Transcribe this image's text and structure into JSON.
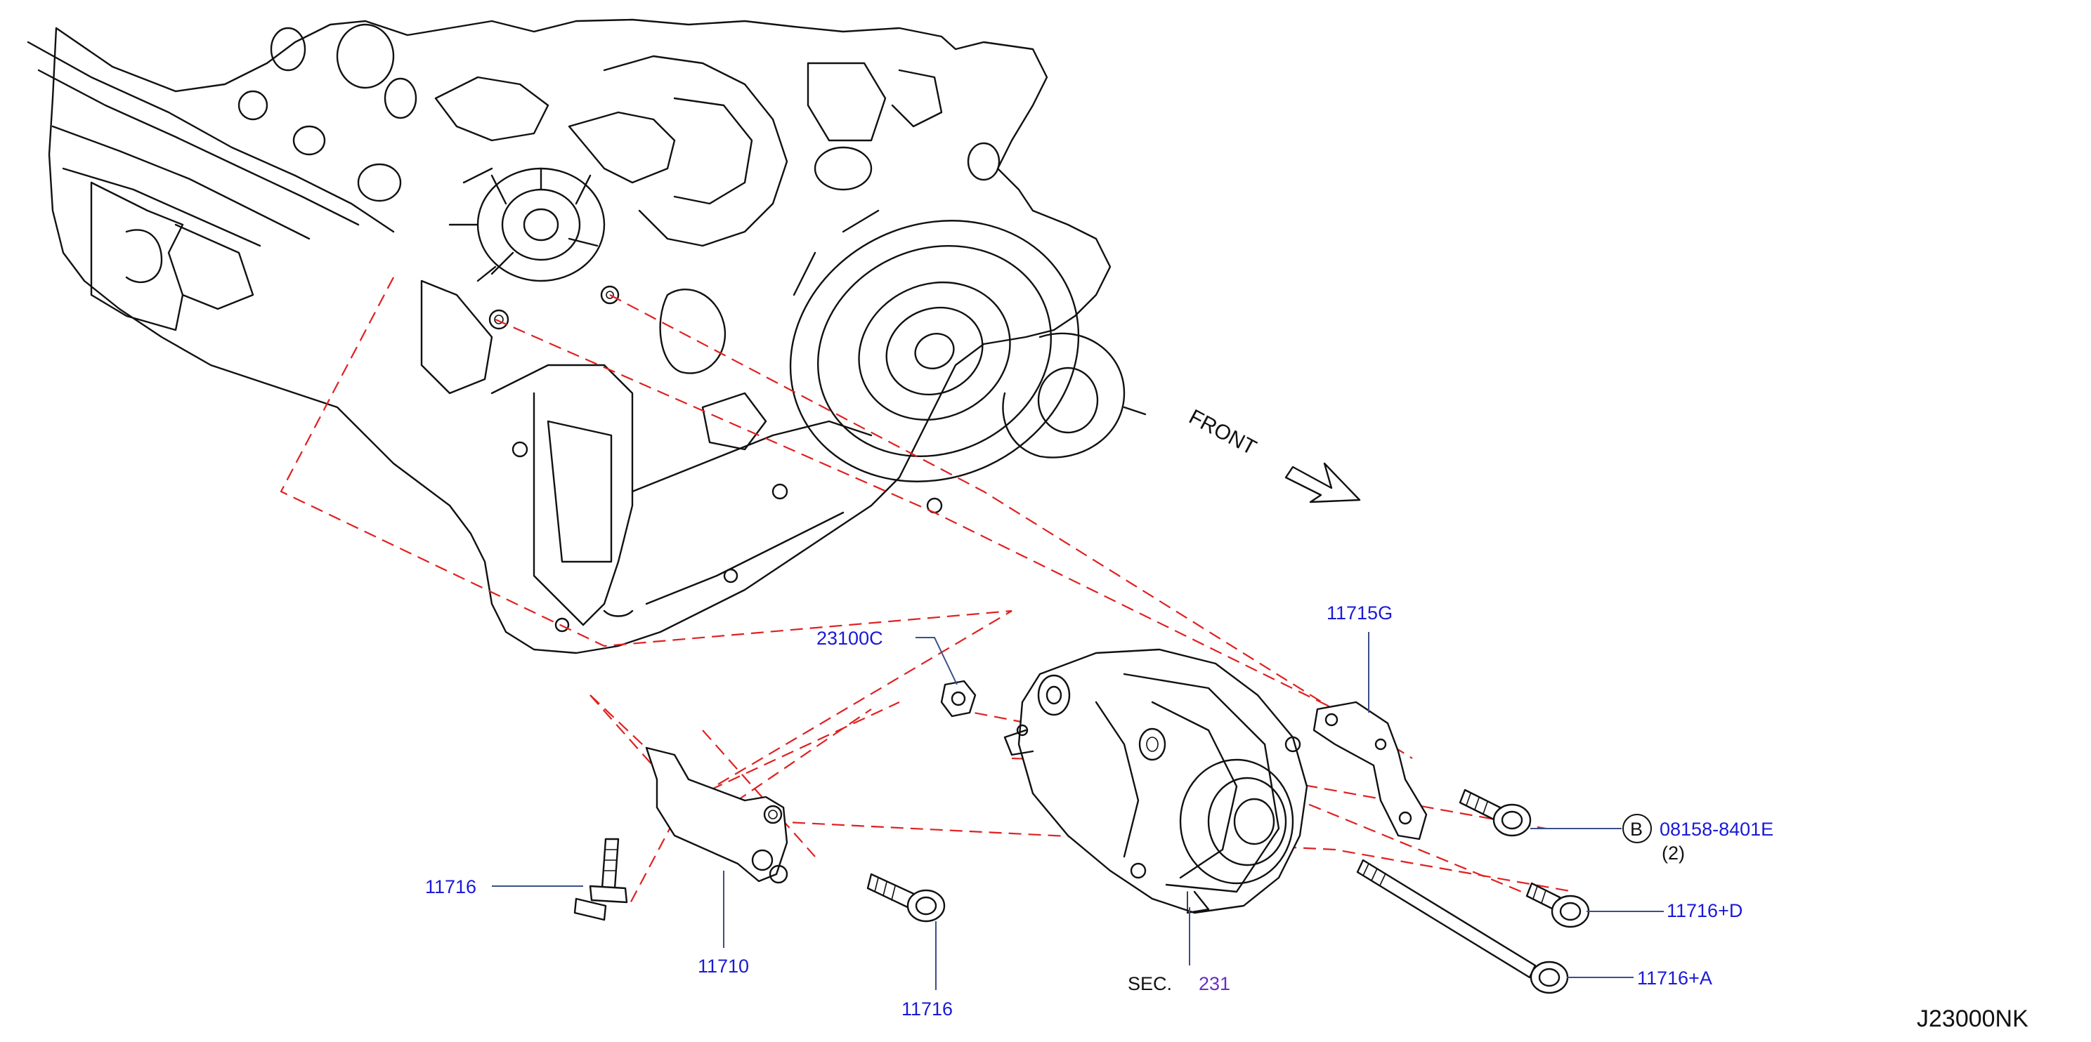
{
  "diagram": {
    "parts": {
      "p23100c": "23100C",
      "p11715g": "11715G",
      "p08158": "08158-8401E",
      "p08158_ref": "B",
      "p08158_qty": "(2)",
      "p11716d": "11716+D",
      "p11716a": "11716+A",
      "p11716_left": "11716",
      "p11710": "11710",
      "p11716_bottom": "11716",
      "sec_prefix": "SEC.",
      "sec_number": "231"
    },
    "front_label": "FRONT",
    "diagram_code": "J23000NK"
  },
  "colors": {
    "part_number": "#1a1ad6",
    "section_ref": "#6a2fc0",
    "leader": "#3a4f8a",
    "alignment_dash": "#e02020",
    "outline": "#111111"
  },
  "icons": {
    "front_direction": "front-arrow-icon",
    "reference_circle": "circle-b-icon"
  }
}
